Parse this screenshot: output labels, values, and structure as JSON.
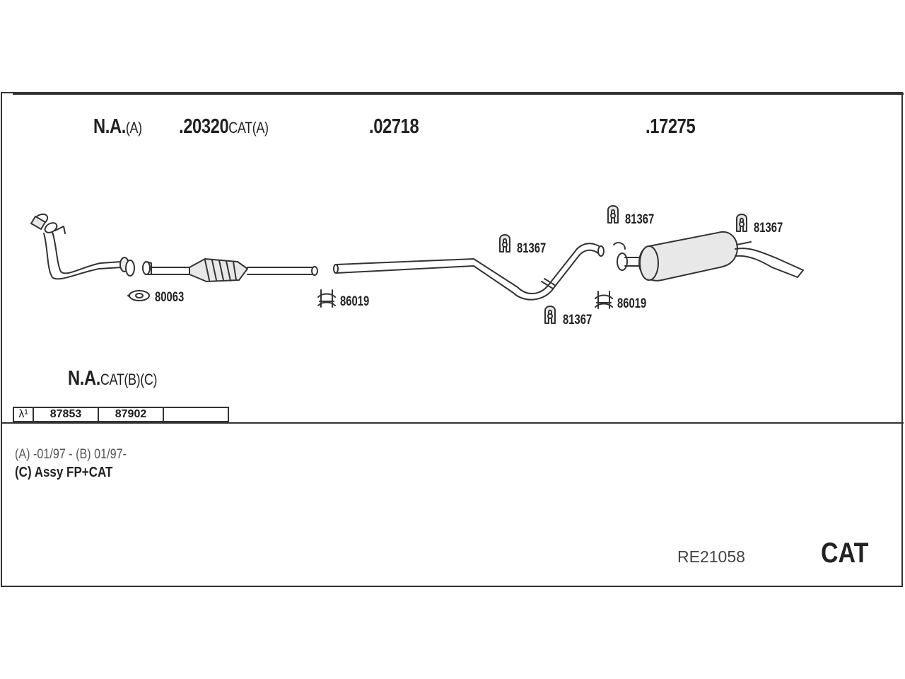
{
  "headers": {
    "na_a": {
      "code": "N.A.",
      "suffix": "(A)"
    },
    "cat_a": {
      "code": ".20320",
      "suffix": "CAT(A)"
    },
    "mid": {
      "code": ".02718"
    },
    "rear": {
      "code": ".17275"
    },
    "na_cat_bc": {
      "code": "N.A.",
      "suffix": "CAT(B)(C)"
    }
  },
  "parts": {
    "gasket": "80063",
    "clamp_front": "86019",
    "clamp_rear": "86019",
    "hanger_a": "81367",
    "hanger_b": "81367",
    "hanger_c": "81367",
    "hanger_d": "81367"
  },
  "sensor_table": {
    "symbol": "λ¹",
    "cells": [
      "87853",
      "87902",
      ""
    ]
  },
  "notes": {
    "line1": "(A) -01/97 - (B) 01/97-",
    "line2": "(C) Assy FP+CAT"
  },
  "reference": "RE21058",
  "badge": "CAT",
  "colors": {
    "line": "#333333",
    "fill": "#e8e8e8"
  }
}
